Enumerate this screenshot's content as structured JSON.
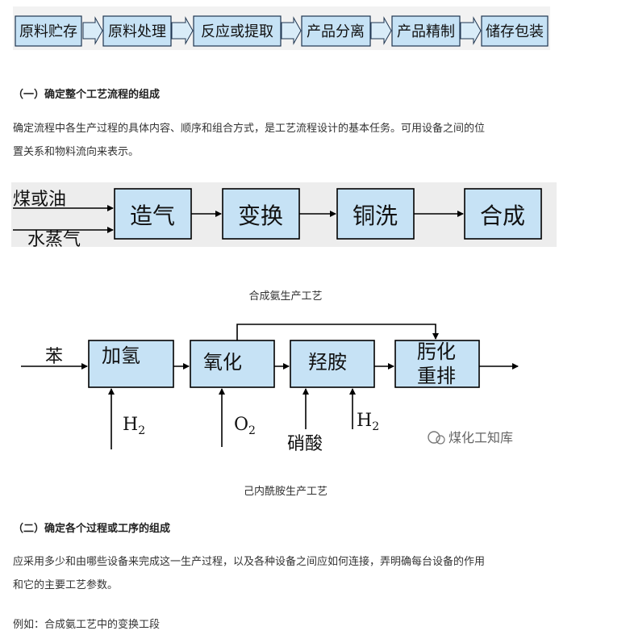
{
  "top_flow": {
    "steps": [
      "原料贮存",
      "原料处理",
      "反应或提取",
      "产品分离",
      "产品精制",
      "储存包装"
    ]
  },
  "section1": {
    "heading": "（一）确定整个工艺流程的组成",
    "para_line1": "确定流程中各生产过程的具体内容、顺序和组合方式，是工艺流程设计的基本任务。可用设备之间的位",
    "para_line2": "置关系和物料流向来表示。"
  },
  "ammonia": {
    "input1": "煤或油",
    "input2": "水蒸气",
    "boxes": [
      "造气",
      "变换",
      "铜洗",
      "合成"
    ],
    "caption": "合成氨生产工艺"
  },
  "caprolactam": {
    "feed": "苯",
    "boxes": [
      "加氢",
      "氧化",
      "羟胺",
      "肟化",
      "重排"
    ],
    "inputs": [
      "H",
      "2",
      "O",
      "2",
      "硝酸",
      "H",
      "2"
    ],
    "watermark": "煤化工知库",
    "caption": "己内酰胺生产工艺"
  },
  "section2": {
    "heading": "（二）确定各个过程或工序的组成",
    "para_line1": "应采用多少和由哪些设备来完成这一生产过程，以及各种设备之间应如何连接，弄明确每台设备的作用",
    "para_line2": "和它的主要工艺参数。",
    "example": "例如：合成氨工艺中的变换工段"
  },
  "colors": {
    "box_fill": "#c6e2f5",
    "box_stroke": "#1f3550"
  }
}
